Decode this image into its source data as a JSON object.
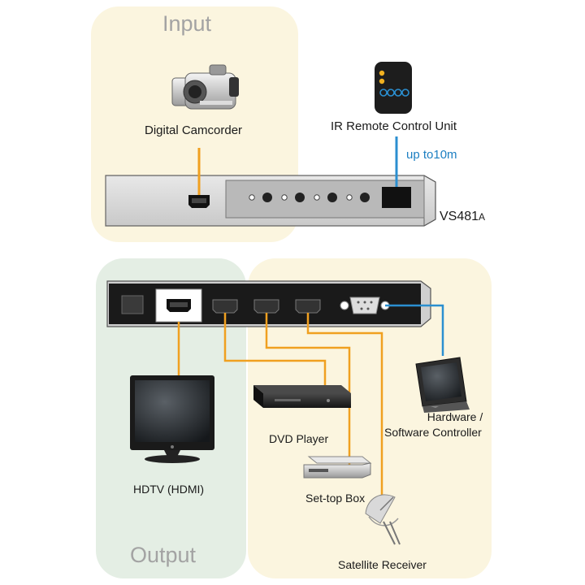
{
  "input_section": {
    "title": "Input"
  },
  "output_section": {
    "title": "Output"
  },
  "devices": {
    "camcorder": "Digital Camcorder",
    "ir_remote": "IR Remote Control Unit",
    "ir_range": "up to10m",
    "model": "VS481",
    "model_suffix": "A",
    "hdtv": "HDTV (HDMI)",
    "dvd": "DVD Player",
    "settop": "Set-top Box",
    "satellite": "Satellite Receiver",
    "controller_line1": "Hardware /",
    "controller_line2": "Software Controller"
  },
  "colors": {
    "hdmi_cable": "#f0a020",
    "serial_cable": "#2b8fd0",
    "panel_cream": "#fbf5df",
    "panel_green": "#e4eee4"
  }
}
